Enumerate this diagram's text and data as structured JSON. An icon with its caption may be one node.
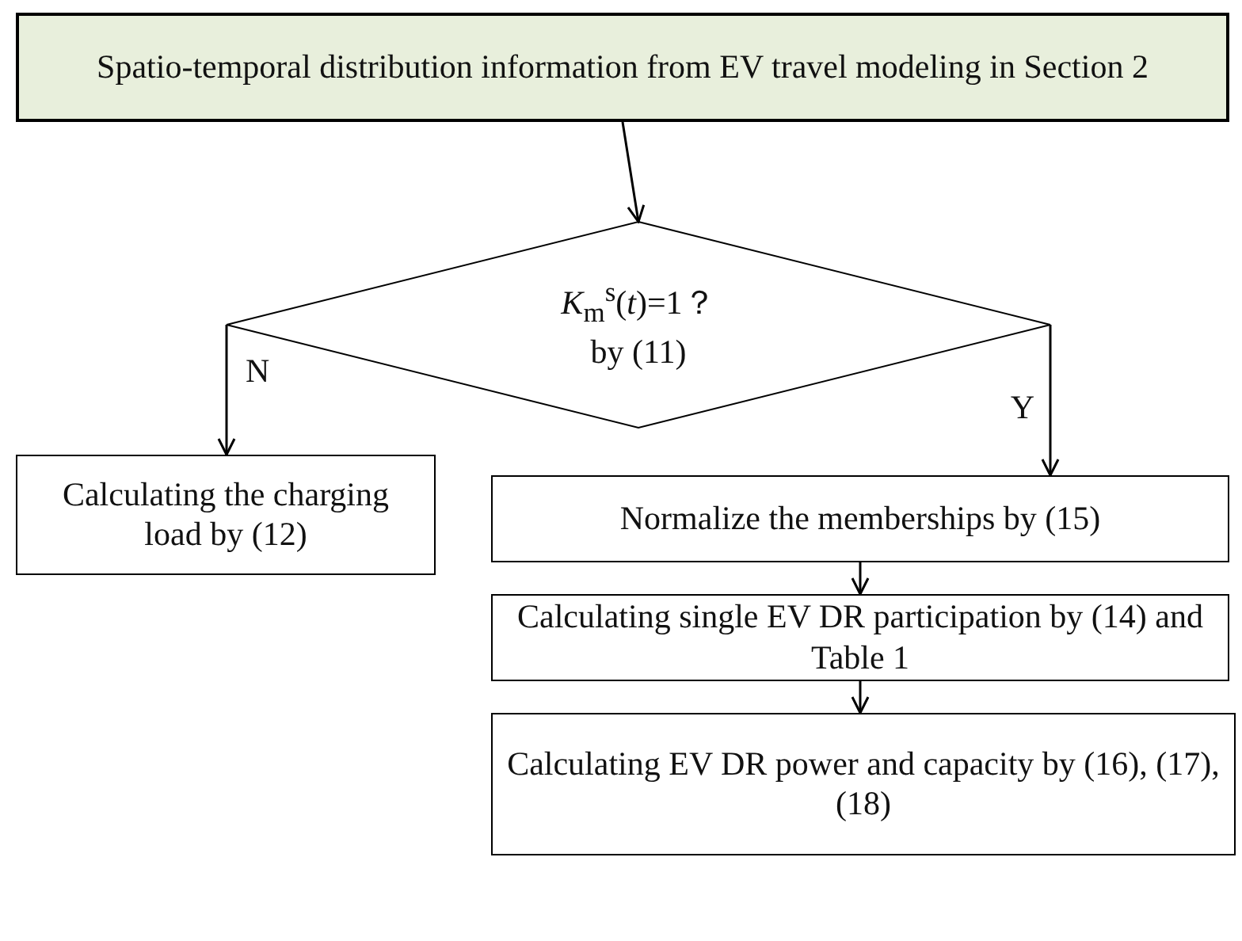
{
  "diagram": {
    "nodes": [
      {
        "text": [
          "Spatio-temporal distribution information from EV travel modeling in Section 2"
        ]
      },
      {
        "text": [
          "*K*$_{m}$$^{s}$(*t*)=1？",
          "by (11)"
        ]
      },
      {
        "text": [
          "Calculating the charging load by (12)"
        ]
      },
      {
        "text": [
          "Normalize the memberships by (15)"
        ]
      },
      {
        "text": [
          "Calculating  single EV DR participation by (14) and Table 1"
        ]
      },
      {
        "text": [
          "Calculating EV DR power and capacity by (16), (17), (18)"
        ]
      }
    ],
    "edges": [
      {
        "from": 0,
        "to": 1,
        "arrow": "to"
      },
      {
        "from": 1,
        "to": 2,
        "arrow": "to",
        "label": "N"
      },
      {
        "from": 1,
        "to": 3,
        "arrow": "to",
        "label": "Y"
      },
      {
        "from": 3,
        "to": 4,
        "arrow": "to"
      },
      {
        "from": 4,
        "to": 5,
        "arrow": "to"
      }
    ]
  }
}
